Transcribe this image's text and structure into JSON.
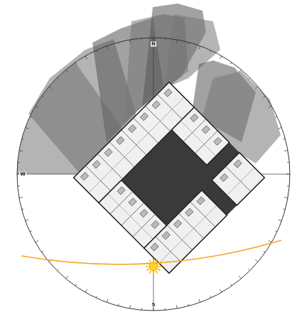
{
  "diagram": {
    "labels": [
      "N",
      "W",
      "S"
    ]
  }
}
